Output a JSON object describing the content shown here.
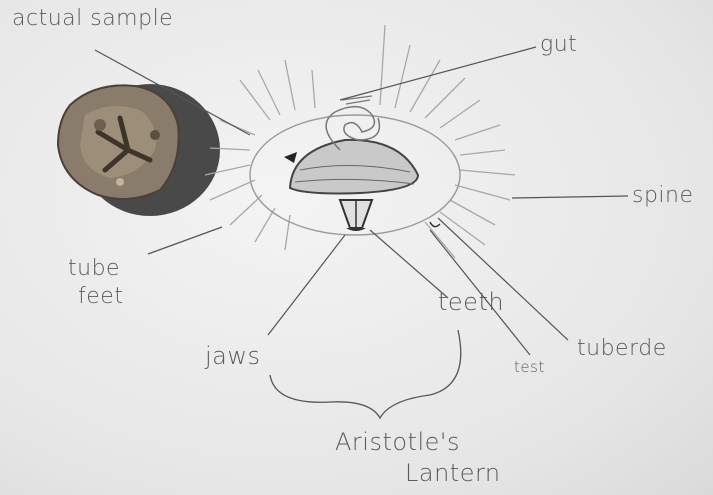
{
  "labels": {
    "actual_sample": "actual sample",
    "gut": "gut",
    "spine": "spine",
    "tube": "tube",
    "feet": "feet",
    "teeth": "teeth",
    "jaws": "jaws",
    "test": "test",
    "tubercle": "tuberde",
    "aristotles": "Aristotle's",
    "lantern": "Lantern"
  }
}
